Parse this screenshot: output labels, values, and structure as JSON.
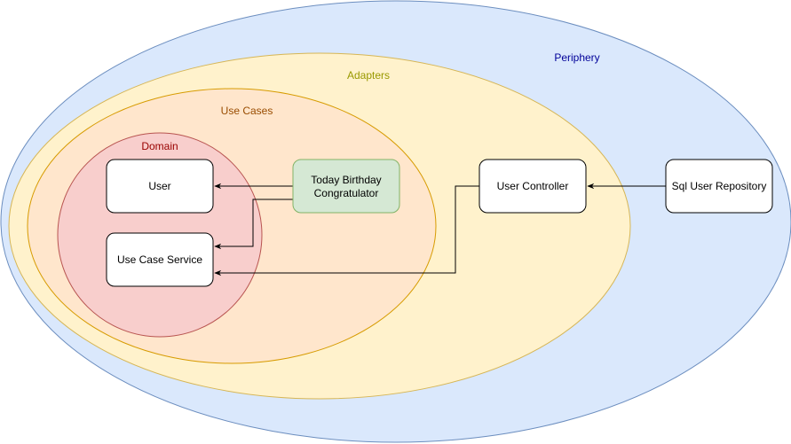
{
  "layers": {
    "periphery": {
      "label": "Periphery",
      "fill": "#dae8fc",
      "stroke": "#6c8ebf",
      "text_color": "#000099"
    },
    "adapters": {
      "label": "Adapters",
      "fill": "#fff2cc",
      "stroke": "#d6b656",
      "text_color": "#999900"
    },
    "use_cases": {
      "label": "Use Cases",
      "fill": "#ffe6cc",
      "stroke": "#d79b00",
      "text_color": "#994c00"
    },
    "domain": {
      "label": "Domain",
      "fill": "#f8cecc",
      "stroke": "#b85450",
      "text_color": "#990000"
    }
  },
  "nodes": {
    "user": {
      "label": "User"
    },
    "use_case_service": {
      "label": "Use Case Service"
    },
    "today_birthday": {
      "line1": "Today Birthday",
      "line2": "Congratulator",
      "fill": "#d5e8d4",
      "stroke": "#82b366"
    },
    "user_controller": {
      "label": "User Controller"
    },
    "sql_user_repository": {
      "label": "Sql User Repository"
    }
  },
  "edges": [
    {
      "from": "Today Birthday Congratulator",
      "to": "User"
    },
    {
      "from": "Today Birthday Congratulator",
      "to": "Use Case Service"
    },
    {
      "from": "User Controller",
      "to": "Use Case Service"
    },
    {
      "from": "Sql User Repository",
      "to": "User Controller"
    }
  ]
}
